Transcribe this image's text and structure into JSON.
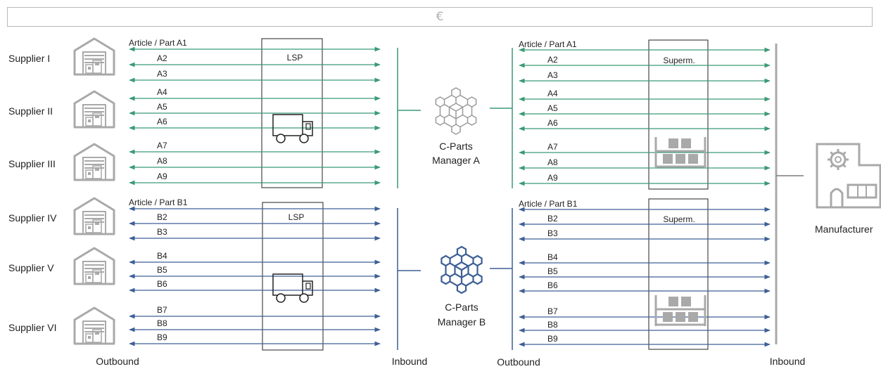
{
  "top_bar": {
    "symbol": "€"
  },
  "suppliers": [
    "Supplier I",
    "Supplier II",
    "Supplier III",
    "Supplier IV",
    "Supplier V",
    "Supplier VI"
  ],
  "flows": {
    "a": {
      "color": "#3a9a76",
      "first_label": "Article / Part A1",
      "labels": [
        "A2",
        "A3",
        "A4",
        "A5",
        "A6",
        "A7",
        "A8",
        "A9"
      ],
      "lsp_label": "LSP",
      "superm_label": "Superm.",
      "manager_line1": "C-Parts",
      "manager_line2": "Manager A"
    },
    "b": {
      "color": "#3d5f96",
      "first_label": "Article / Part B1",
      "labels": [
        "B2",
        "B3",
        "B4",
        "B5",
        "B6",
        "B7",
        "B8",
        "B9"
      ],
      "lsp_label": "LSP",
      "superm_label": "Superm.",
      "manager_line1": "C-Parts",
      "manager_line2": "Manager B"
    }
  },
  "manufacturer": "Manufacturer",
  "bottom_labels": {
    "outbound_left": "Outbound",
    "inbound_left": "Inbound",
    "outbound_right": "Outbound",
    "inbound_right": "Inbound"
  },
  "icon_color": "#a9a9a9"
}
